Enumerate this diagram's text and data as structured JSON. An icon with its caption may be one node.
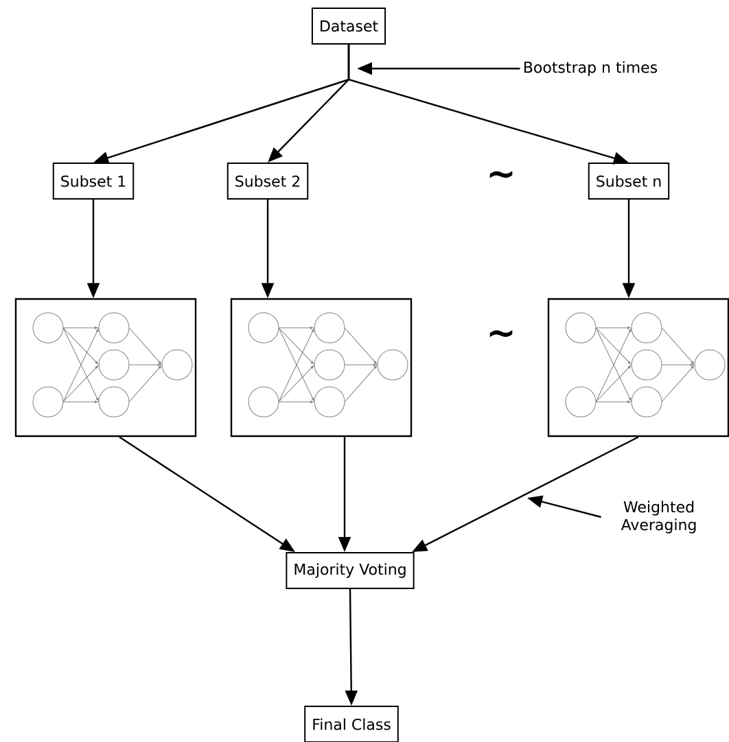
{
  "diagram": {
    "nodes": [
      {
        "text": [
          "Dataset"
        ]
      },
      {
        "text": [
          "Bootstrap n times"
        ]
      },
      {
        "text": [
          "Subset 1"
        ]
      },
      {
        "text": [
          "Subset 2"
        ]
      },
      {
        "text": [
          "Subset n"
        ]
      },
      {
        "text": [],
        "shape": "picture"
      },
      {
        "text": [],
        "shape": "picture"
      },
      {
        "text": [],
        "shape": "picture"
      },
      {
        "text": [
          "Majority Voting"
        ]
      },
      {
        "text": [
          "Final Class"
        ]
      },
      {
        "text": [
          "Weighted Averaging"
        ]
      }
    ],
    "edges": [
      {
        "from": 0,
        "to": 2,
        "arrow": "to"
      },
      {
        "from": 0,
        "to": 3,
        "arrow": "to"
      },
      {
        "from": 0,
        "to": 4,
        "arrow": "to"
      },
      {
        "from": 1,
        "to": null,
        "arrow": "to"
      },
      {
        "from": 2,
        "to": 5,
        "arrow": "to"
      },
      {
        "from": 3,
        "to": 6,
        "arrow": "to"
      },
      {
        "from": 4,
        "to": 7,
        "arrow": "to"
      },
      {
        "from": 5,
        "to": 8,
        "arrow": "to"
      },
      {
        "from": 6,
        "to": 8,
        "arrow": "to"
      },
      {
        "from": 7,
        "to": 8,
        "arrow": "to"
      },
      {
        "from": 10,
        "to": null,
        "arrow": "to"
      },
      {
        "from": 8,
        "to": 9,
        "arrow": "to"
      }
    ],
    "labels": [
      "~",
      "~"
    ]
  }
}
